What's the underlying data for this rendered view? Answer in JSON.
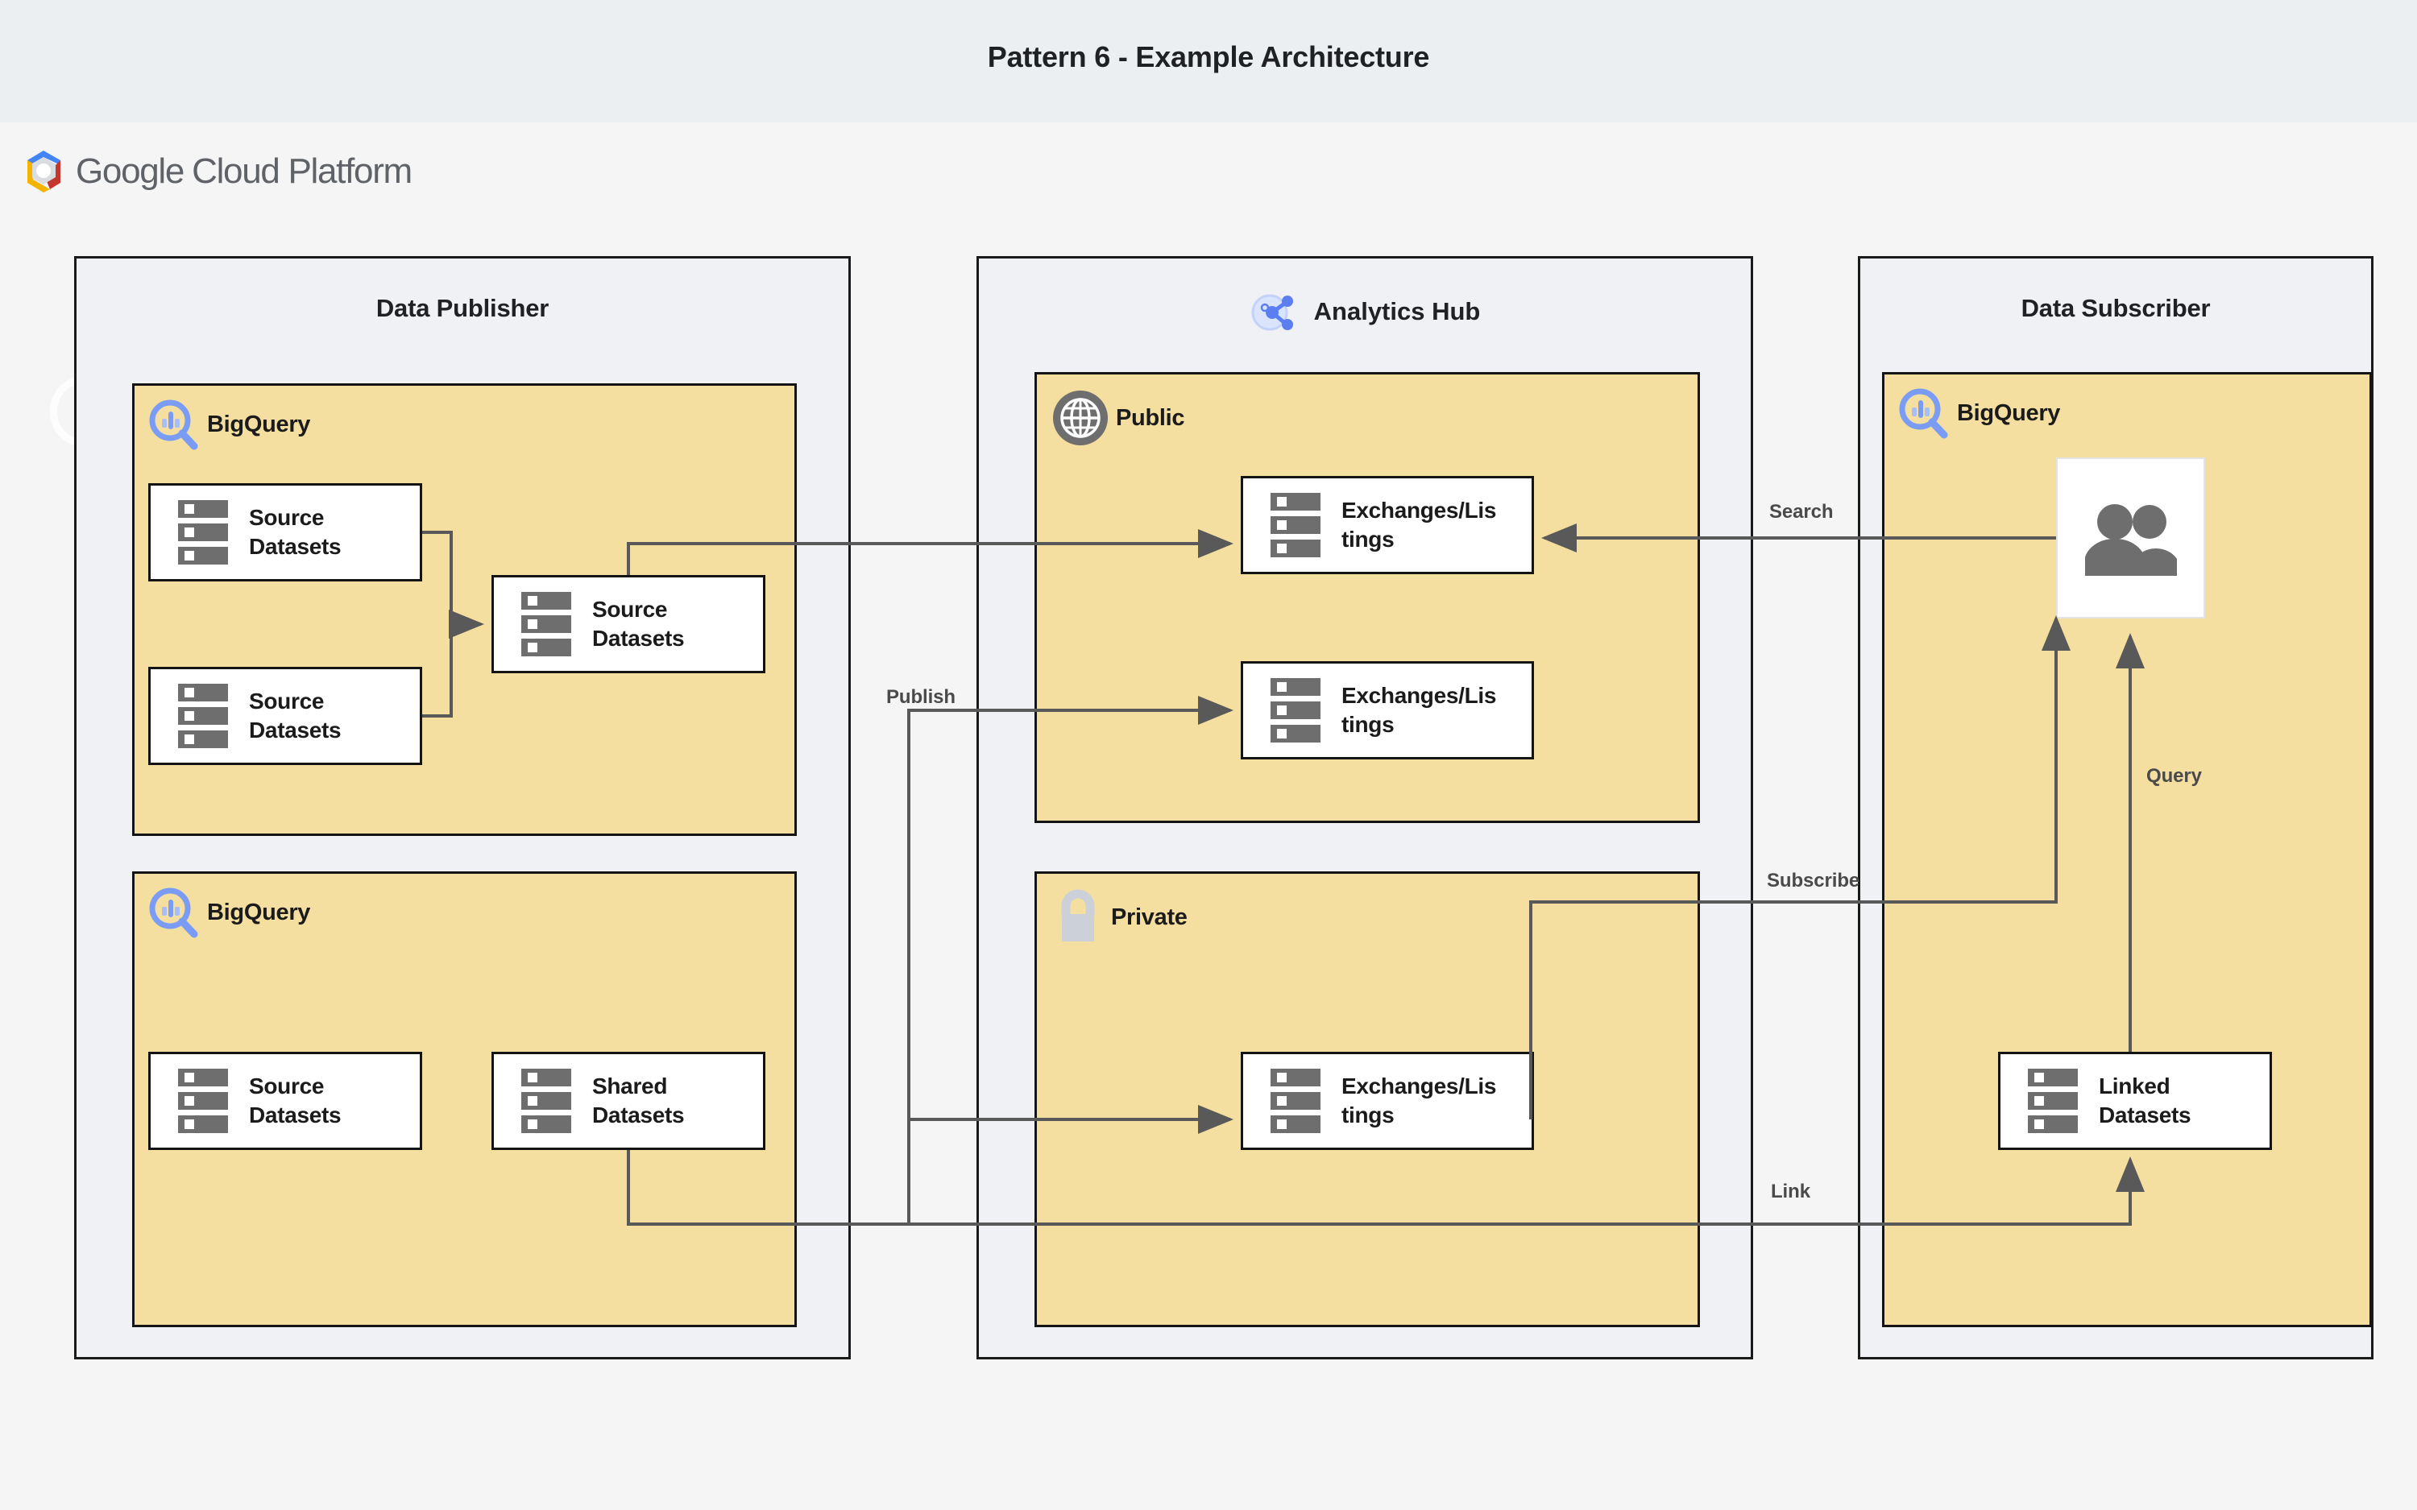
{
  "page": {
    "title": "Pattern 6 - Example Architecture",
    "brand": "Google Cloud Platform",
    "brand_word_1": "Google",
    "brand_word_2": "Cloud Platform"
  },
  "colors": {
    "title_bar_bg": "#eceff1",
    "canvas_bg": "#f5f5f5",
    "zone_bg": "#eff1f4",
    "group_bg": "#f5dfa0",
    "node_bg": "#ffffff",
    "stroke": "#141414",
    "wire": "#595959",
    "icon_gray": "#6e6e6e",
    "bigquery_blue": "#7a9cf5",
    "analytics_hub_blue": "#5b7ef0",
    "lock_gray": "#ccd1d9",
    "globe_gray": "#6e6e6e"
  },
  "zones": [
    {
      "id": "data-publisher",
      "title": "Data Publisher",
      "icon": null
    },
    {
      "id": "analytics-hub",
      "title": "Analytics Hub",
      "icon": "share-network-icon"
    },
    {
      "id": "data-subscriber",
      "title": "Data Subscriber",
      "icon": null
    }
  ],
  "groups": [
    {
      "id": "publisher-bigquery-top",
      "label": "BigQuery",
      "icon": "bigquery-icon"
    },
    {
      "id": "publisher-bigquery-bottom",
      "label": "BigQuery",
      "icon": "bigquery-icon"
    },
    {
      "id": "hub-public",
      "label": "Public",
      "icon": "globe-icon"
    },
    {
      "id": "hub-private",
      "label": "Private",
      "icon": "lock-icon"
    },
    {
      "id": "subscriber-bigquery",
      "label": "BigQuery",
      "icon": "bigquery-icon"
    }
  ],
  "nodes": [
    {
      "id": "source-datasets-1",
      "label": "Source\nDatasets",
      "icon": "dataset-icon"
    },
    {
      "id": "source-datasets-2",
      "label": "Source\nDatasets",
      "icon": "dataset-icon"
    },
    {
      "id": "source-datasets-3",
      "label": "Source\nDatasets",
      "icon": "dataset-icon"
    },
    {
      "id": "source-datasets-4",
      "label": "Source\nDatasets",
      "icon": "dataset-icon"
    },
    {
      "id": "shared-datasets",
      "label": "Shared\nDatasets",
      "icon": "dataset-icon"
    },
    {
      "id": "exchanges-listings-1",
      "label": "Exchanges/Lis\ntings",
      "icon": "dataset-icon"
    },
    {
      "id": "exchanges-listings-2",
      "label": "Exchanges/Lis\ntings",
      "icon": "dataset-icon"
    },
    {
      "id": "exchanges-listings-3",
      "label": "Exchanges/Lis\ntings",
      "icon": "dataset-icon"
    },
    {
      "id": "linked-datasets",
      "label": "Linked\nDatasets",
      "icon": "dataset-icon"
    },
    {
      "id": "subscriber-users",
      "label": "",
      "icon": "users-icon"
    }
  ],
  "edge_labels": [
    {
      "id": "publish",
      "text": "Publish"
    },
    {
      "id": "search",
      "text": "Search"
    },
    {
      "id": "subscribe",
      "text": "Subscribe"
    },
    {
      "id": "query",
      "text": "Query"
    },
    {
      "id": "link",
      "text": "Link"
    }
  ]
}
